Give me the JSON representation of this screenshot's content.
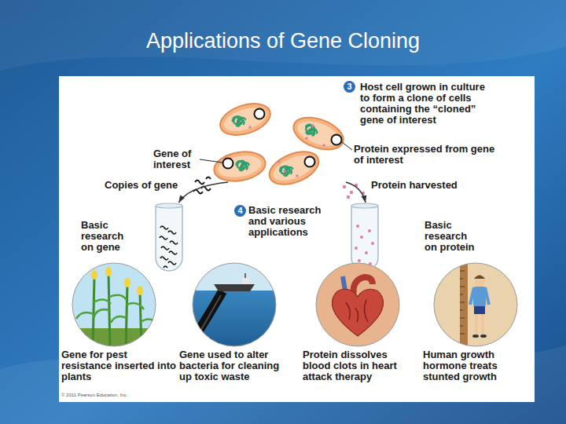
{
  "diagram": {
    "title": "Applications of Gene Cloning",
    "nodes": [
      {
        "text": [
          "Host cell grown in culture to form a clone of cells containing the “cloned” gene of interest"
        ]
      },
      {
        "text": [
          "Basic research on gene"
        ]
      },
      {
        "text": [
          "Basic research on protein"
        ]
      },
      {
        "text": [
          "Gene for pest resistance inserted into plants"
        ]
      },
      {
        "text": [
          "Gene used to alter bacteria for cleaning up toxic waste"
        ]
      },
      {
        "text": [
          "Protein dissolves blood clots in heart attack therapy"
        ]
      },
      {
        "text": [
          "Human growth hormone treats stunted growth"
        ]
      }
    ],
    "edges": [
      {
        "from": 0,
        "to": 1,
        "label": "Copies of gene",
        "arrow": "to"
      },
      {
        "from": 0,
        "to": 2,
        "label": "Protein harvested",
        "arrow": "to"
      }
    ],
    "labels": [
      "3",
      "Gene of interest",
      "Protein expressed from gene of interest",
      "4",
      "Basic research and various applications",
      "© 2011 Pearson Education, Inc."
    ]
  }
}
